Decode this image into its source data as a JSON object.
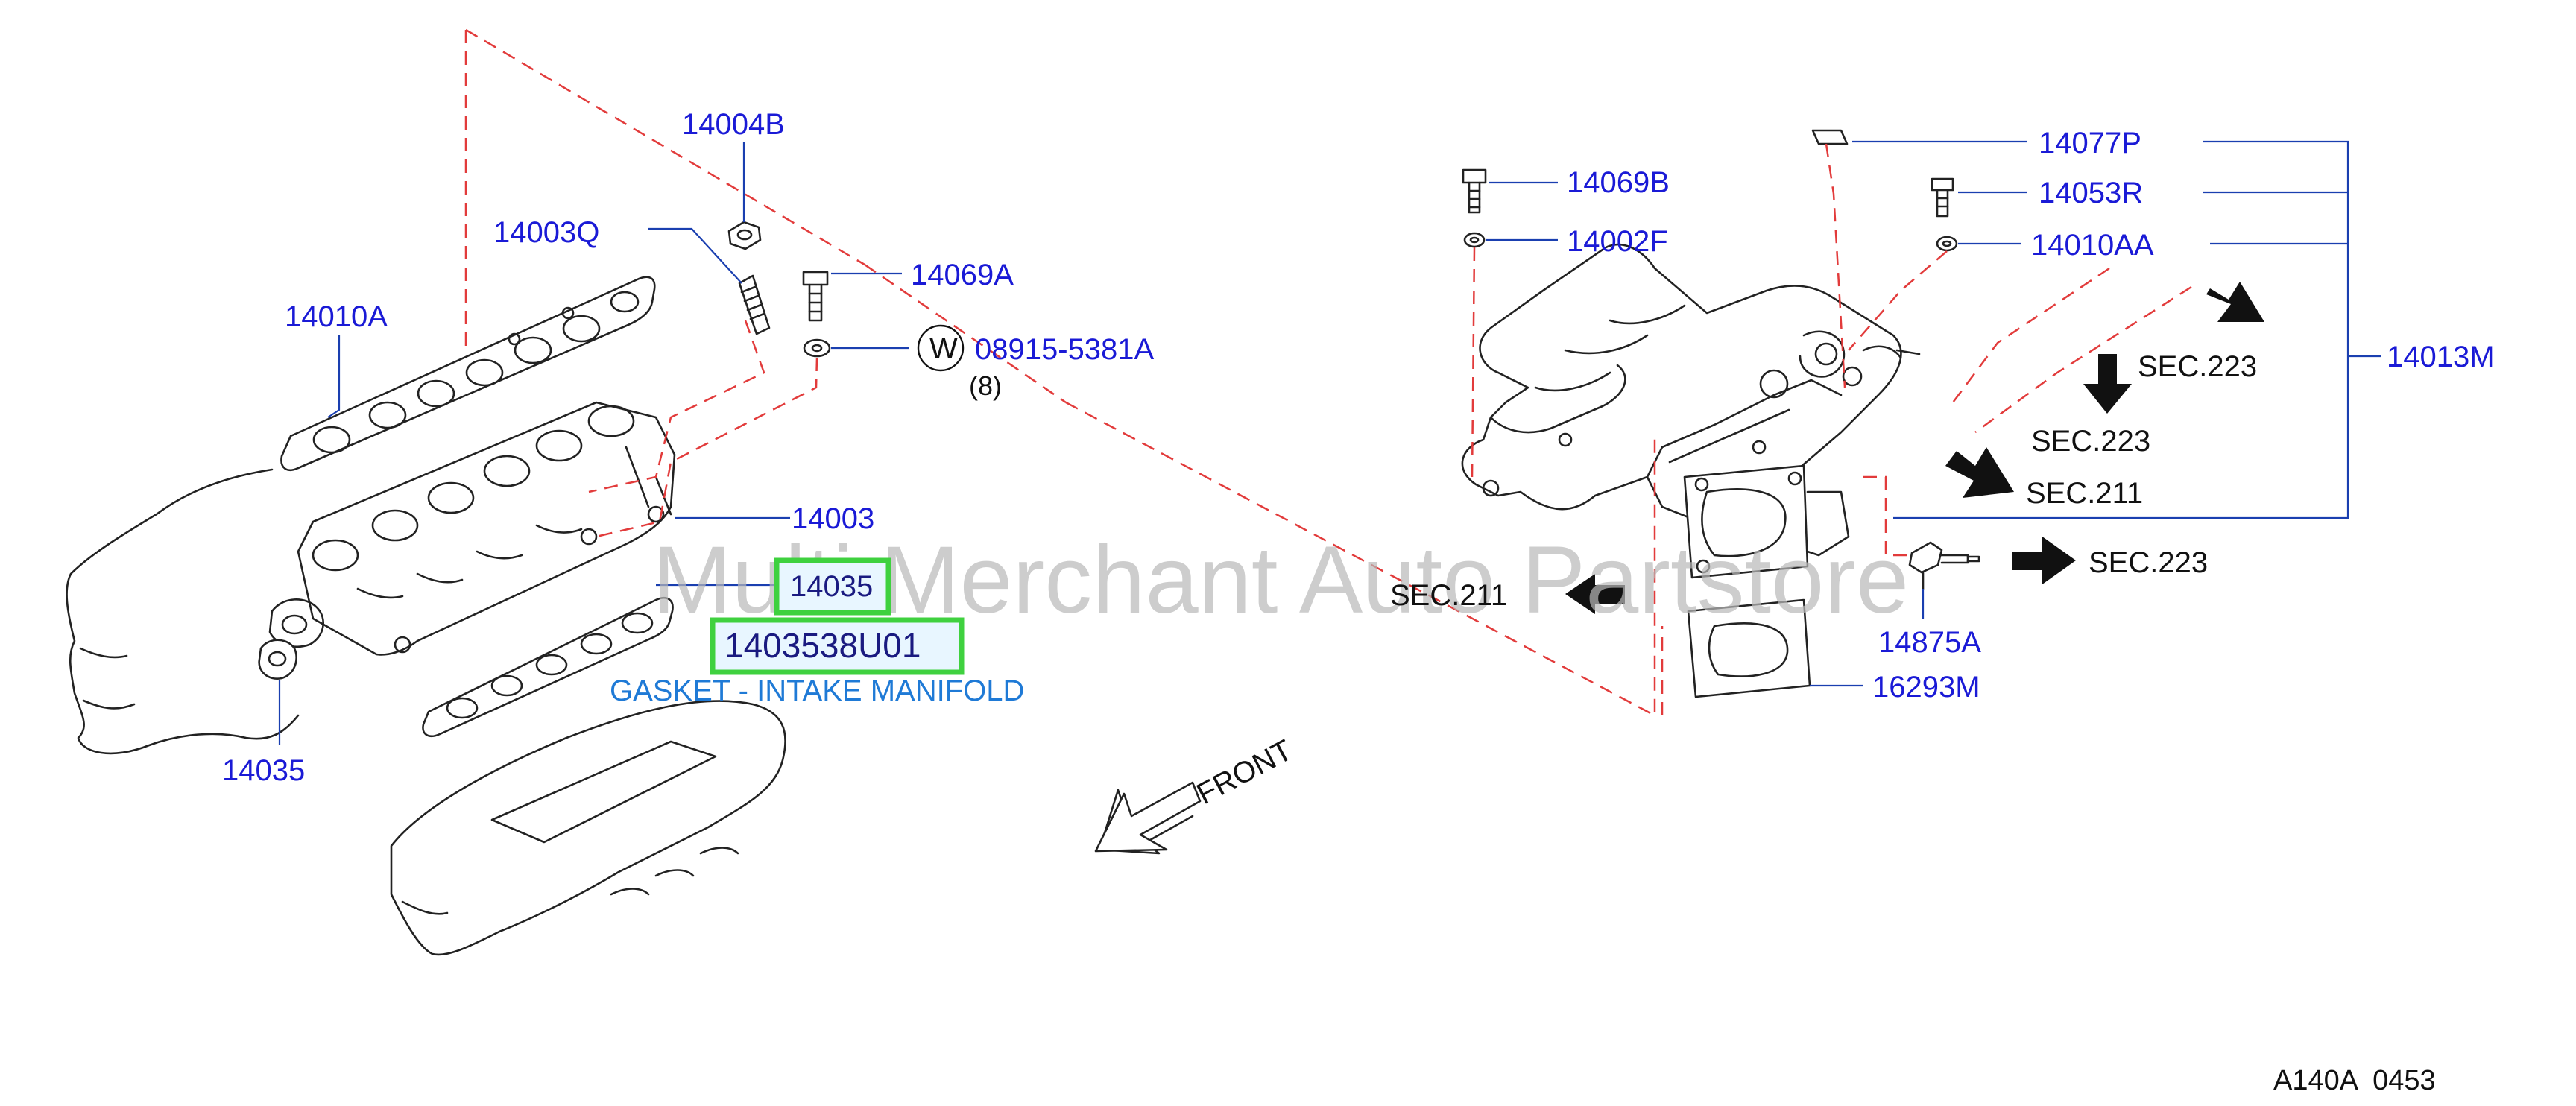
{
  "diagram": {
    "labels": {
      "p14004B": "14004B",
      "p14003Q": "14003Q",
      "p14069A": "14069A",
      "p14010A": "14010A",
      "p08915": "08915-5381A",
      "washer_symbol": "W",
      "qty": "(8)",
      "p14003": "14003",
      "p14035_hl": "14035",
      "p14035": "14035",
      "part_number": "1403538U01",
      "part_desc": "GASKET - INTAKE MANIFOLD",
      "front": "FRONT",
      "p14069B": "14069B",
      "p14002F": "14002F",
      "p14077P": "14077P",
      "p14053R": "14053R",
      "p14010AA": "14010AA",
      "p14013M": "14013M",
      "sec223_a": "SEC.223",
      "sec223_b": "SEC.223",
      "sec211_a": "SEC.211",
      "sec223_c": "SEC.223",
      "sec211_b": "SEC.211",
      "p14875A": "14875A",
      "p16293M": "16293M",
      "diagram_code": "A140A  0453"
    },
    "watermark": "Multi Merchant Auto Partstore",
    "colors": {
      "label": "#1a1ad6",
      "leader": "#1a3fb0",
      "dash": "#e23b3b",
      "highlight": "#3fd13f",
      "description": "#1f7ad6"
    }
  }
}
